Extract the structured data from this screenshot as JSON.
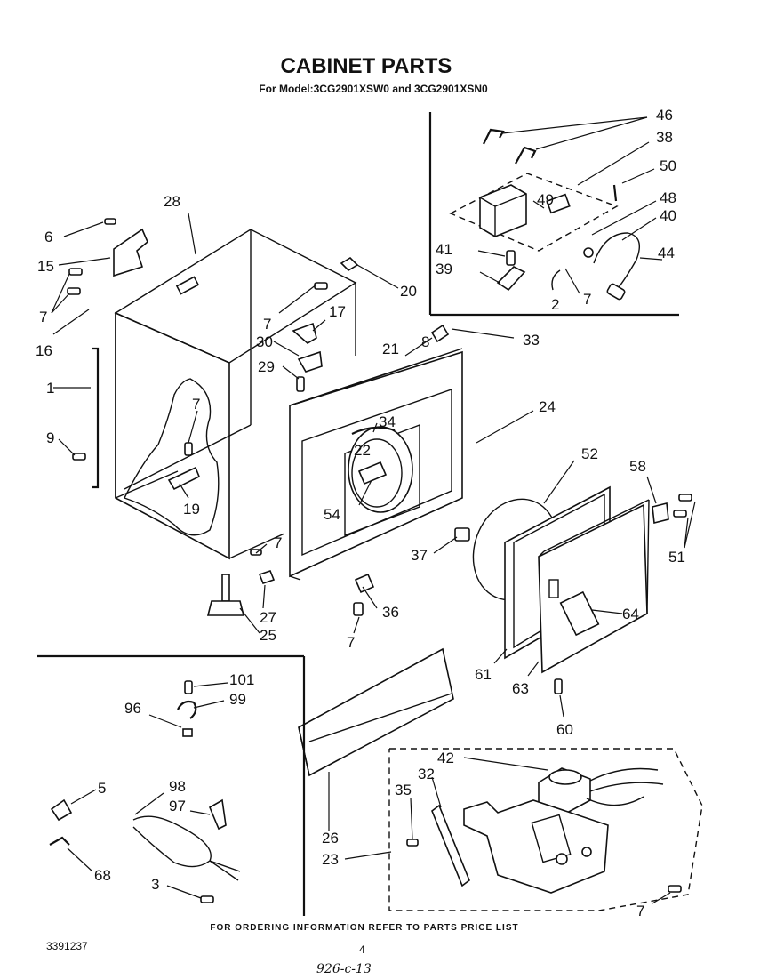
{
  "title": "CABINET PARTS",
  "subtitle": "For Model:3CG2901XSW0 and 3CG2901XSN0",
  "footer": {
    "ordering_note": "FOR ORDERING INFORMATION REFER TO PARTS PRICE LIST",
    "doc_number": "3391237",
    "page_number": "4",
    "handwritten_note": "926-c-13"
  },
  "callouts": {
    "c46": "46",
    "c38": "38",
    "c50": "50",
    "c49": "49",
    "c48": "48",
    "c40": "40",
    "c41": "41",
    "c39": "39",
    "c44": "44",
    "c2": "2",
    "c7_top": "7",
    "c28": "28",
    "c6": "6",
    "c15": "15",
    "c7_left": "7",
    "c16": "16",
    "c20": "20",
    "c7_mid": "7",
    "c17": "17",
    "c30": "30",
    "c8": "8",
    "c33": "33",
    "c29": "29",
    "c21": "21",
    "c1": "1",
    "c7_inner": "7",
    "c9": "9",
    "c19": "19",
    "c24": "24",
    "c34": "34",
    "c22": "22",
    "c54": "54",
    "c52": "52",
    "c58": "58",
    "c7_base": "7",
    "c37": "37",
    "c51": "51",
    "c27": "27",
    "c25": "25",
    "c36": "36",
    "c7_lower": "7",
    "c64": "64",
    "c61": "61",
    "c63": "63",
    "c60": "60",
    "c101": "101",
    "c99": "99",
    "c96": "96",
    "c5": "5",
    "c98": "98",
    "c97": "97",
    "c68": "68",
    "c3": "3",
    "c42": "42",
    "c32": "32",
    "c35": "35",
    "c26": "26",
    "c23": "23",
    "c7_bottom": "7"
  }
}
